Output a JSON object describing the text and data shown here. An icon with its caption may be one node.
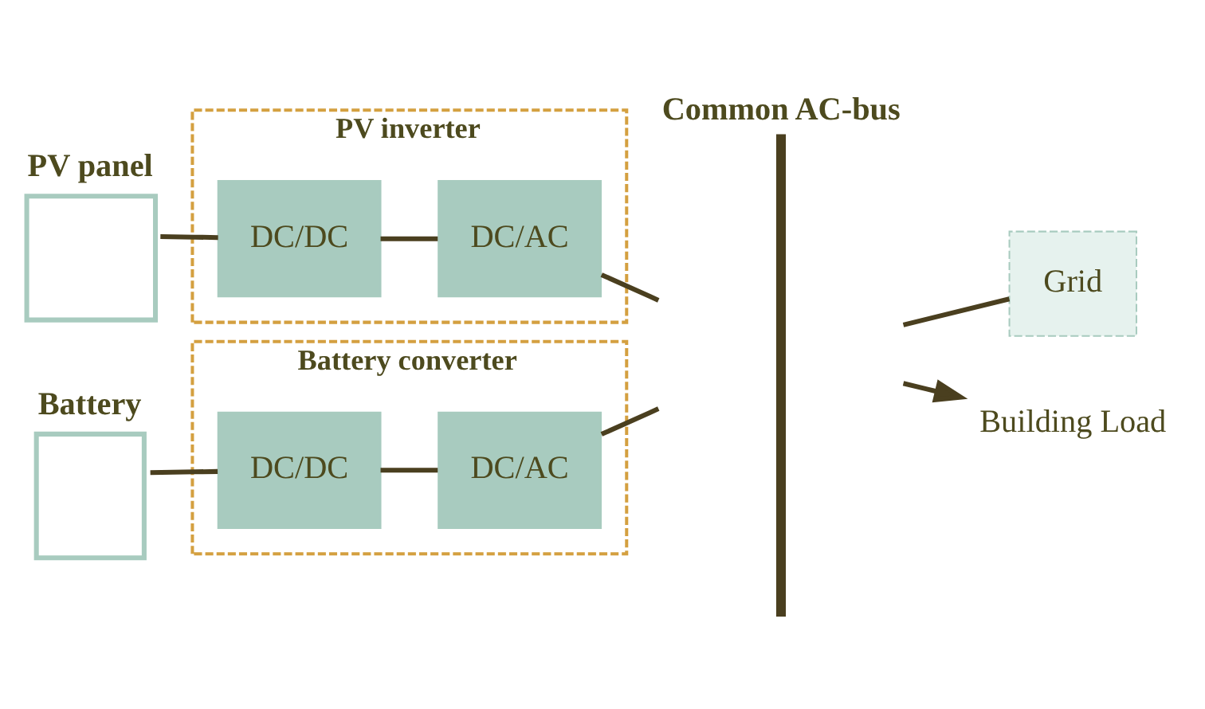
{
  "diagram": {
    "nodes": [
      {
        "text": [
          "PV panel"
        ]
      },
      {
        "text": [
          "PV inverter"
        ]
      },
      {
        "text": [
          "DC/DC"
        ],
        "in": 1
      },
      {
        "text": [
          "DC/AC"
        ],
        "in": 1
      },
      {
        "text": [
          "Common AC-bus"
        ]
      },
      {
        "text": [
          "Grid"
        ]
      },
      {
        "text": [
          "Battery"
        ]
      },
      {
        "text": [
          "Battery converter"
        ]
      },
      {
        "text": [
          "DC/DC"
        ],
        "in": 7
      },
      {
        "text": [
          "DC/AC"
        ],
        "in": 7
      },
      {
        "text": [
          "Building Load"
        ]
      }
    ],
    "edges": [
      {
        "from": 0,
        "to": 2,
        "arrow": "none"
      },
      {
        "from": 2,
        "to": 3,
        "arrow": "none"
      },
      {
        "from": 3,
        "to": 4,
        "arrow": "none"
      },
      {
        "from": 4,
        "to": 5,
        "arrow": "none"
      },
      {
        "from": 6,
        "to": 8,
        "arrow": "none"
      },
      {
        "from": 8,
        "to": 9,
        "arrow": "none"
      },
      {
        "from": 9,
        "to": 4,
        "arrow": "none"
      },
      {
        "from": 4,
        "to": 10,
        "arrow": "to"
      }
    ]
  }
}
